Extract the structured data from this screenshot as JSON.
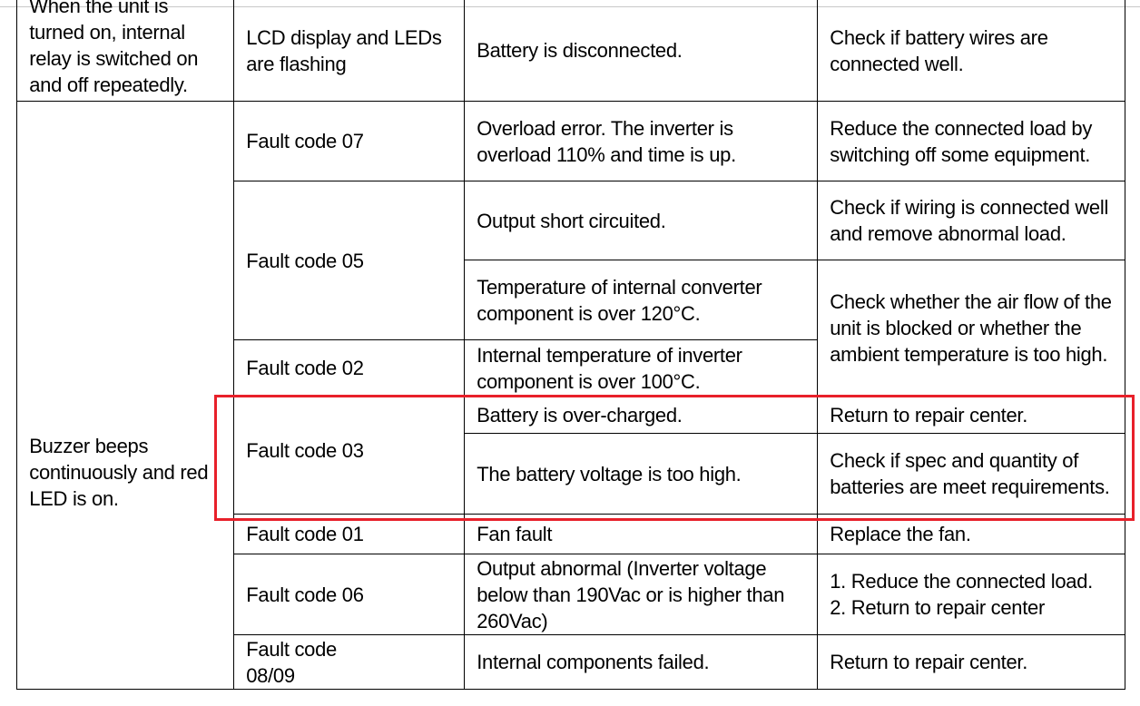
{
  "table": {
    "row_battery_disconnected": {
      "symptom": "When the unit is turned on, internal relay is switched on and off repeatedly.",
      "indication": "LCD display and LEDs are flashing",
      "cause": "Battery is disconnected.",
      "solution": "Check if battery wires are connected well."
    },
    "buzzer_symptom": "Buzzer beeps continuously and red LED is on.",
    "fault07": {
      "code": "Fault code 07",
      "cause": "Overload error. The inverter is overload 110% and time is up.",
      "solution": "Reduce the connected load by switching off some equipment."
    },
    "fault05": {
      "code": "Fault code 05",
      "cause1": "Output short circuited.",
      "solution1": "Check if wiring is connected well and remove abnormal load.",
      "cause2": "Temperature of internal converter component is over 120°C."
    },
    "shared_solution_temp": "Check whether the air flow of the unit is blocked or whether the ambient temperature is too high.",
    "fault02": {
      "code": "Fault code 02",
      "cause": "Internal temperature of inverter component is over 100°C."
    },
    "fault03": {
      "code": "Fault code 03",
      "cause1": "Battery is over-charged.",
      "solution1": "Return to repair center.",
      "cause2": "The battery voltage is too high.",
      "solution2": "Check if spec and quantity of batteries are meet requirements."
    },
    "fault01": {
      "code": "Fault code 01",
      "cause": "Fan fault",
      "solution": "Replace the fan."
    },
    "fault06": {
      "code": "Fault code 06",
      "cause": "Output abnormal (Inverter voltage below than 190Vac or is higher than 260Vac)",
      "solution1": "1. Reduce the connected load.",
      "solution2": "2. Return to repair center"
    },
    "fault0809": {
      "code": "Fault code 08/09",
      "cause": "Internal components failed.",
      "solution": "Return to repair center."
    }
  },
  "highlight_color": "#e8202a"
}
